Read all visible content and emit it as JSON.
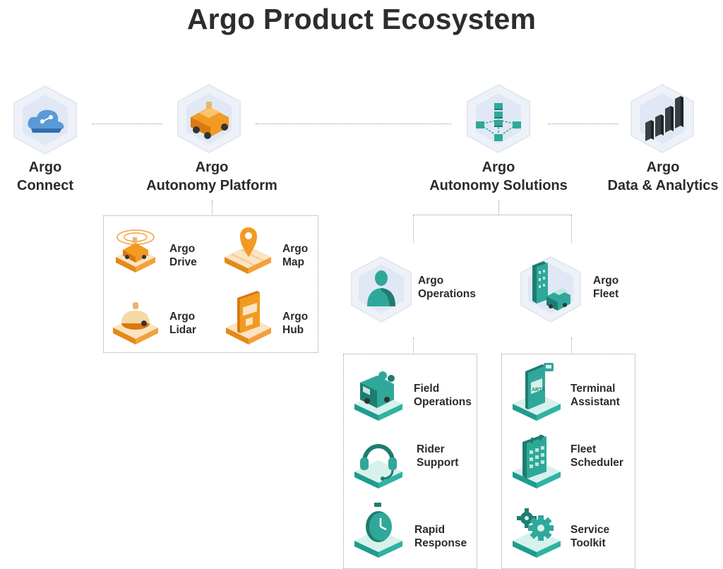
{
  "title": "Argo Product Ecosystem",
  "products": [
    {
      "line1": "Argo",
      "line2": "Connect",
      "icon": "cloud-icon"
    },
    {
      "line1": "Argo",
      "line2": "Autonomy Platform",
      "icon": "car-icon"
    },
    {
      "line1": "Argo",
      "line2": "Autonomy Solutions",
      "icon": "network-cubes-icon"
    },
    {
      "line1": "Argo",
      "line2": "Data & Analytics",
      "icon": "bar-chart-icon"
    }
  ],
  "platform_modules": [
    {
      "line1": "Argo",
      "line2": "Drive",
      "icon": "drive-car-icon"
    },
    {
      "line1": "Argo",
      "line2": "Map",
      "icon": "map-pin-icon"
    },
    {
      "line1": "Argo",
      "line2": "Lidar",
      "icon": "lidar-sensor-icon"
    },
    {
      "line1": "Argo",
      "line2": "Hub",
      "icon": "tablet-hub-icon"
    }
  ],
  "solutions": [
    {
      "line1": "Argo",
      "line2": "Operations",
      "icon": "person-icon"
    },
    {
      "line1": "Argo",
      "line2": "Fleet",
      "icon": "building-van-icon"
    }
  ],
  "operations_items": [
    {
      "line1": "Field",
      "line2": "Operations",
      "icon": "field-van-icon"
    },
    {
      "line1": "Rider",
      "line2": "Support",
      "icon": "headset-icon"
    },
    {
      "line1": "Rapid",
      "line2": "Response",
      "icon": "stopwatch-icon"
    }
  ],
  "fleet_items": [
    {
      "line1": "Terminal",
      "line2": "Assistant",
      "icon": "phone-terminal-icon"
    },
    {
      "line1": "Fleet",
      "line2": "Scheduler",
      "icon": "calendar-icon"
    },
    {
      "line1": "Service",
      "line2": "Toolkit",
      "icon": "gears-icon"
    }
  ],
  "colors": {
    "blue": "#4c8fcf",
    "orange": "#f29a22",
    "teal": "#2fa89a",
    "dark": "#2b2b2b"
  }
}
